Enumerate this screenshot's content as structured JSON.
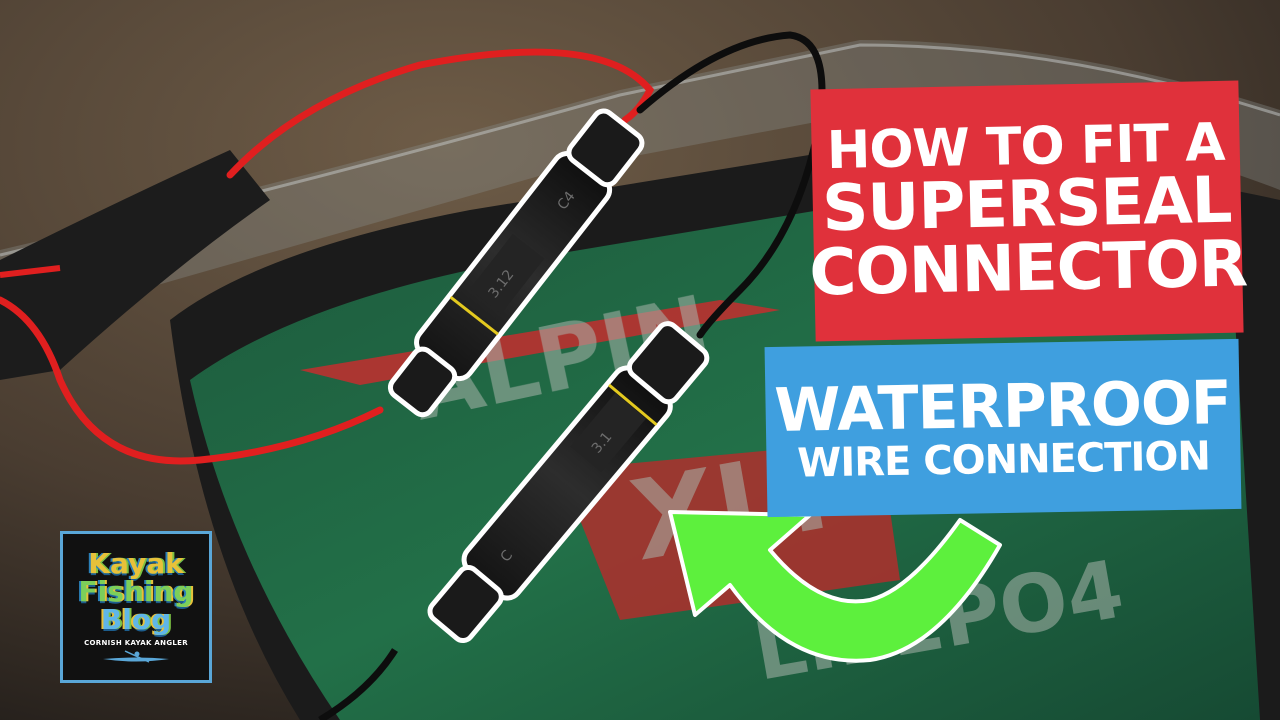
{
  "title": {
    "line1": "HOW TO FIT A",
    "line2": "SUPERSEAL",
    "line3": "CONNECTOR"
  },
  "subtitle": {
    "line1": "WATERPROOF",
    "line2": "WIRE CONNECTION"
  },
  "logo": {
    "word1": "Kayak",
    "word2": "Fishing",
    "word3": "Blog",
    "tagline": "CORNISH KAYAK ANGLER"
  },
  "connector_markings": {
    "upper_part": "3.12",
    "upper_cap": "C4",
    "lower_part": "3.1",
    "lower_cap": "C"
  },
  "battery_text": [
    "ALPIN",
    "XLP",
    "LIFEPO4"
  ],
  "colors": {
    "title_bg": "#e0313b",
    "subtitle_bg": "#3f9fdf",
    "arrow": "#5df03d",
    "red_wire": "#e01f1f",
    "battery_green": "#1f6b48"
  },
  "icons": [
    "curved-arrow-icon",
    "kayak-icon"
  ]
}
